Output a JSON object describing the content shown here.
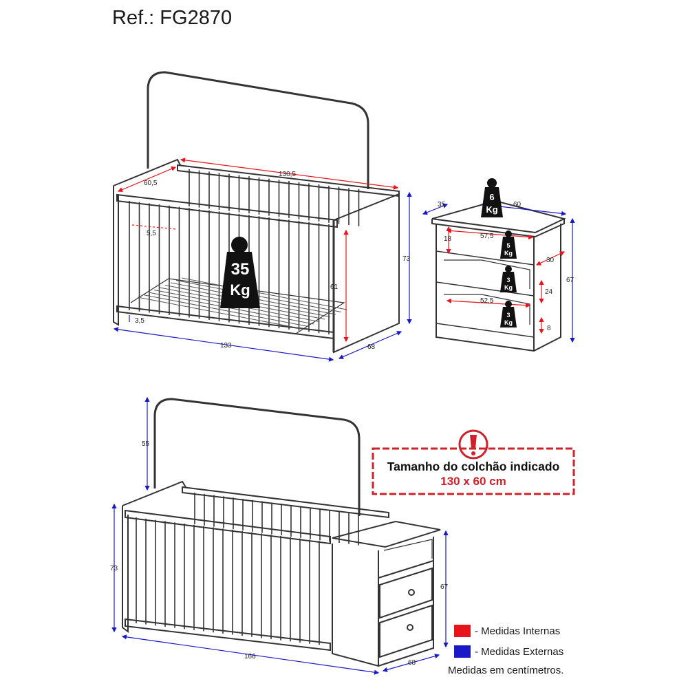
{
  "title": "Ref.: FG2870",
  "colors": {
    "internal": "#e8141c",
    "external": "#1919c8",
    "notice": "#d0202a",
    "line": "#333333"
  },
  "crib": {
    "internal": {
      "length": "130,5",
      "depth": "60,5",
      "slat_gap": "5,5",
      "base_gap": "3,5",
      "height_inside": "61"
    },
    "external": {
      "length": "133",
      "depth": "68",
      "height": "73"
    },
    "weight_limit": {
      "value": "35",
      "unit": "Kg"
    }
  },
  "chest": {
    "external": {
      "depth": "35",
      "width": "60",
      "height": "67"
    },
    "internal": {
      "top_niche_width": "57,5",
      "top_niche_height": "18",
      "drawer_width": "52,5",
      "niche_depth": "30",
      "drawer_height": "24",
      "drawer_low": "8"
    },
    "weights": [
      {
        "value": "6",
        "unit": "Kg"
      },
      {
        "value": "5",
        "unit": "Kg"
      },
      {
        "value": "3",
        "unit": "Kg"
      },
      {
        "value": "3",
        "unit": "Kg"
      }
    ]
  },
  "combined": {
    "headboard_height": "55",
    "crib_height": "73",
    "chest_height": "67",
    "total_length": "166",
    "depth": "68"
  },
  "notice": {
    "line1": "Tamanho do colchão indicado",
    "line2": "130 x 60 cm",
    "icon": "exclamation-icon"
  },
  "legend": {
    "internal_label": "- Medidas Internas",
    "external_label": "- Medidas Externas",
    "units_note": "Medidas em centímetros."
  }
}
